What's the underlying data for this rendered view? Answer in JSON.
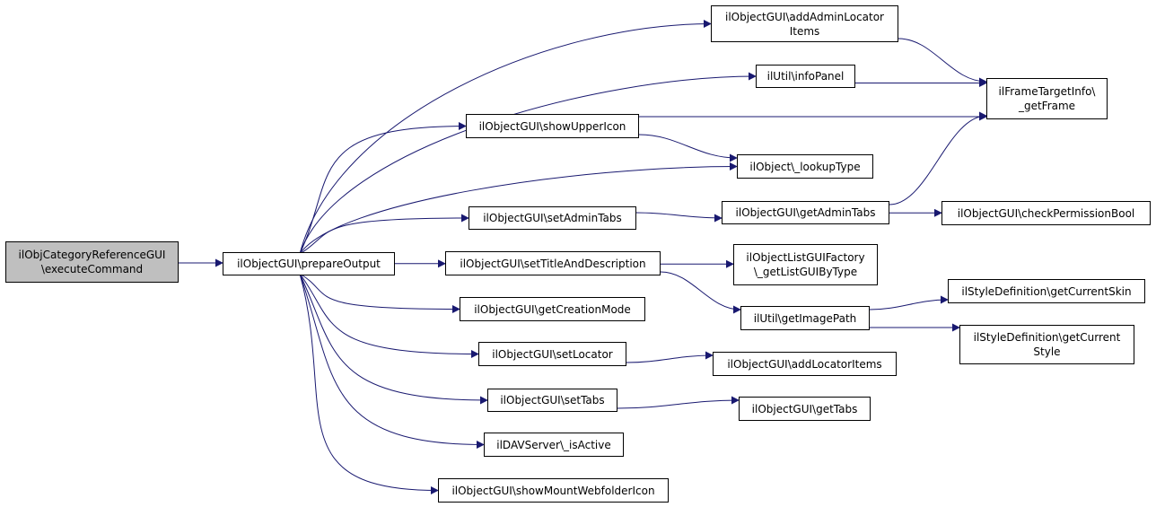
{
  "colors": {
    "edge": "#191970",
    "root_fill": "#bfbfbf",
    "node_fill": "#ffffff",
    "border": "#000000"
  },
  "nodes": {
    "execute_command": [
      "ilObjCategoryReferenceGUI",
      "\\executeCommand"
    ],
    "prepare_output": [
      "ilObjectGUI\\prepareOutput"
    ],
    "add_admin_locator_items": [
      "ilObjectGUI\\addAdminLocator",
      "Items"
    ],
    "info_panel": [
      "ilUtil\\infoPanel"
    ],
    "show_upper_icon": [
      "ilObjectGUI\\showUpperIcon"
    ],
    "get_frame": [
      "ilFrameTargetInfo\\",
      "_getFrame"
    ],
    "lookup_type": [
      "ilObject\\_lookupType"
    ],
    "set_admin_tabs": [
      "ilObjectGUI\\setAdminTabs"
    ],
    "get_admin_tabs": [
      "ilObjectGUI\\getAdminTabs"
    ],
    "check_permission_bool": [
      "ilObjectGUI\\checkPermissionBool"
    ],
    "set_title_and_description": [
      "ilObjectGUI\\setTitleAndDescription"
    ],
    "get_list_gui_by_type": [
      "ilObjectListGUIFactory",
      "\\_getListGUIByType"
    ],
    "get_creation_mode": [
      "ilObjectGUI\\getCreationMode"
    ],
    "get_image_path": [
      "ilUtil\\getImagePath"
    ],
    "get_current_skin": [
      "ilStyleDefinition\\getCurrentSkin"
    ],
    "get_current_style": [
      "ilStyleDefinition\\getCurrent",
      "Style"
    ],
    "set_locator": [
      "ilObjectGUI\\setLocator"
    ],
    "add_locator_items": [
      "ilObjectGUI\\addLocatorItems"
    ],
    "set_tabs": [
      "ilObjectGUI\\setTabs"
    ],
    "get_tabs": [
      "ilObjectGUI\\getTabs"
    ],
    "dav_is_active": [
      "ilDAVServer\\_isActive"
    ],
    "show_mount_webfolder_icon": [
      "ilObjectGUI\\showMountWebfolderIcon"
    ]
  },
  "edges": [
    [
      "execute_command",
      "prepare_output"
    ],
    [
      "prepare_output",
      "add_admin_locator_items"
    ],
    [
      "prepare_output",
      "info_panel"
    ],
    [
      "prepare_output",
      "show_upper_icon"
    ],
    [
      "prepare_output",
      "lookup_type"
    ],
    [
      "prepare_output",
      "set_admin_tabs"
    ],
    [
      "prepare_output",
      "set_title_and_description"
    ],
    [
      "prepare_output",
      "get_creation_mode"
    ],
    [
      "prepare_output",
      "set_locator"
    ],
    [
      "prepare_output",
      "set_tabs"
    ],
    [
      "prepare_output",
      "dav_is_active"
    ],
    [
      "prepare_output",
      "show_mount_webfolder_icon"
    ],
    [
      "add_admin_locator_items",
      "get_frame"
    ],
    [
      "info_panel",
      "get_frame"
    ],
    [
      "show_upper_icon",
      "get_frame"
    ],
    [
      "show_upper_icon",
      "lookup_type"
    ],
    [
      "set_admin_tabs",
      "get_admin_tabs"
    ],
    [
      "get_admin_tabs",
      "get_frame"
    ],
    [
      "get_admin_tabs",
      "check_permission_bool"
    ],
    [
      "set_title_and_description",
      "get_list_gui_by_type"
    ],
    [
      "set_title_and_description",
      "get_image_path"
    ],
    [
      "get_image_path",
      "get_current_skin"
    ],
    [
      "get_image_path",
      "get_current_style"
    ],
    [
      "set_locator",
      "add_locator_items"
    ],
    [
      "set_tabs",
      "get_tabs"
    ]
  ]
}
